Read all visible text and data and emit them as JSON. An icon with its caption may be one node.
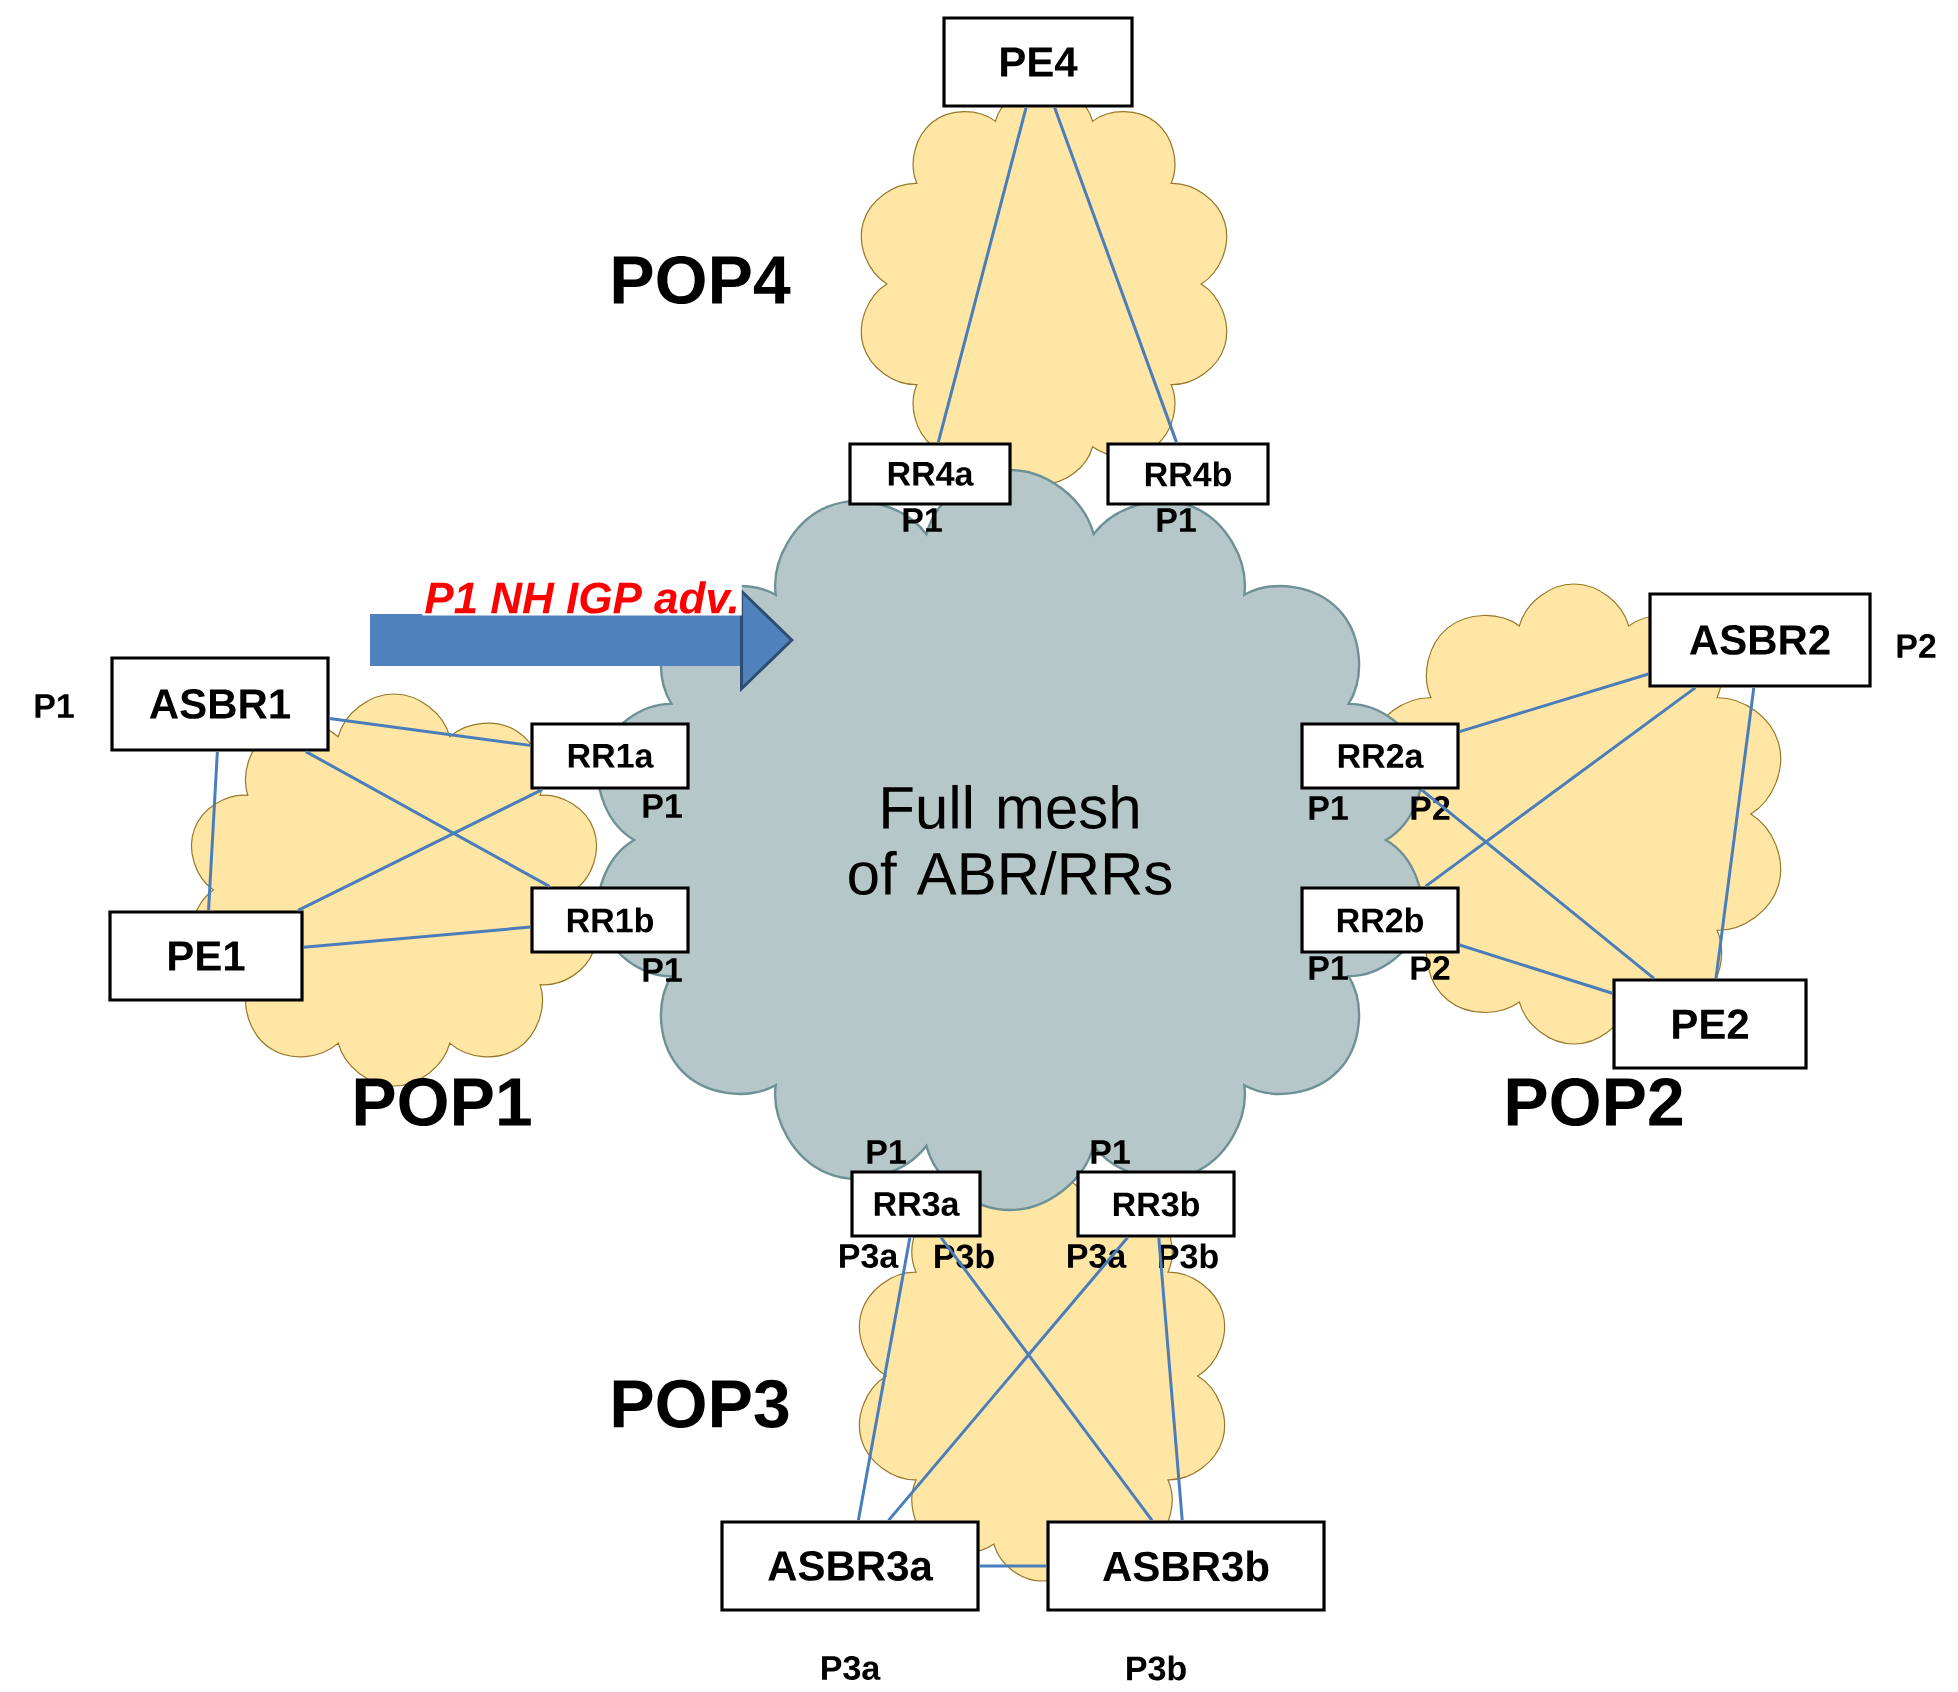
{
  "diagram": {
    "nodes": [
      {
        "text": [
          "Full mesh of ABR/RRs"
        ]
      },
      {
        "text": [
          "PE4"
        ]
      },
      {
        "text": [
          "RR4a"
        ],
        "beside": [
          "P1"
        ]
      },
      {
        "text": [
          "RR4b"
        ],
        "beside": [
          "P1"
        ]
      },
      {
        "text": [
          "ASBR1"
        ],
        "beside": [
          "P1"
        ]
      },
      {
        "text": [
          "RR1a"
        ],
        "beside": [
          "P1"
        ]
      },
      {
        "text": [
          "PE1"
        ]
      },
      {
        "text": [
          "RR1b"
        ],
        "beside": [
          "P1"
        ]
      },
      {
        "text": [
          "ASBR2"
        ],
        "beside": [
          "P2"
        ]
      },
      {
        "text": [
          "RR2a"
        ],
        "beside": [
          "P1",
          "P2"
        ]
      },
      {
        "text": [
          "RR2b"
        ],
        "beside": [
          "P1",
          "P2"
        ]
      },
      {
        "text": [
          "PE2"
        ]
      },
      {
        "text": [
          "RR3a"
        ],
        "beside": [
          "P1",
          "P3a",
          "P3b"
        ]
      },
      {
        "text": [
          "RR3b"
        ],
        "beside": [
          "P1",
          "P3a",
          "P3b"
        ]
      },
      {
        "text": [
          "ASBR3a"
        ],
        "beside": [
          "P3a"
        ]
      },
      {
        "text": [
          "ASBR3b"
        ],
        "beside": [
          "P3b"
        ]
      }
    ],
    "edges": [
      {
        "from": 1,
        "to": 2,
        "arrow": "none"
      },
      {
        "from": 1,
        "to": 3,
        "arrow": "none"
      },
      {
        "from": 4,
        "to": 5,
        "arrow": "none"
      },
      {
        "from": 4,
        "to": 7,
        "arrow": "none"
      },
      {
        "from": 4,
        "to": 6,
        "arrow": "none"
      },
      {
        "from": 6,
        "to": 5,
        "arrow": "none"
      },
      {
        "from": 6,
        "to": 7,
        "arrow": "none"
      },
      {
        "from": 9,
        "to": 8,
        "arrow": "none"
      },
      {
        "from": 9,
        "to": 11,
        "arrow": "none"
      },
      {
        "from": 10,
        "to": 8,
        "arrow": "none"
      },
      {
        "from": 10,
        "to": 11,
        "arrow": "none"
      },
      {
        "from": 8,
        "to": 11,
        "arrow": "none"
      },
      {
        "from": 12,
        "to": 14,
        "arrow": "none"
      },
      {
        "from": 12,
        "to": 15,
        "arrow": "none"
      },
      {
        "from": 13,
        "to": 14,
        "arrow": "none"
      },
      {
        "from": 13,
        "to": 15,
        "arrow": "none"
      },
      {
        "from": 14,
        "to": 15,
        "arrow": "none"
      },
      {
        "from": null,
        "to": 0,
        "arrow": "to",
        "label": "P1 NH IGP adv.",
        "style": "thick",
        "color": "#4f81bd"
      }
    ],
    "labels": [
      "POP4",
      "POP1",
      "POP2",
      "POP3"
    ]
  }
}
